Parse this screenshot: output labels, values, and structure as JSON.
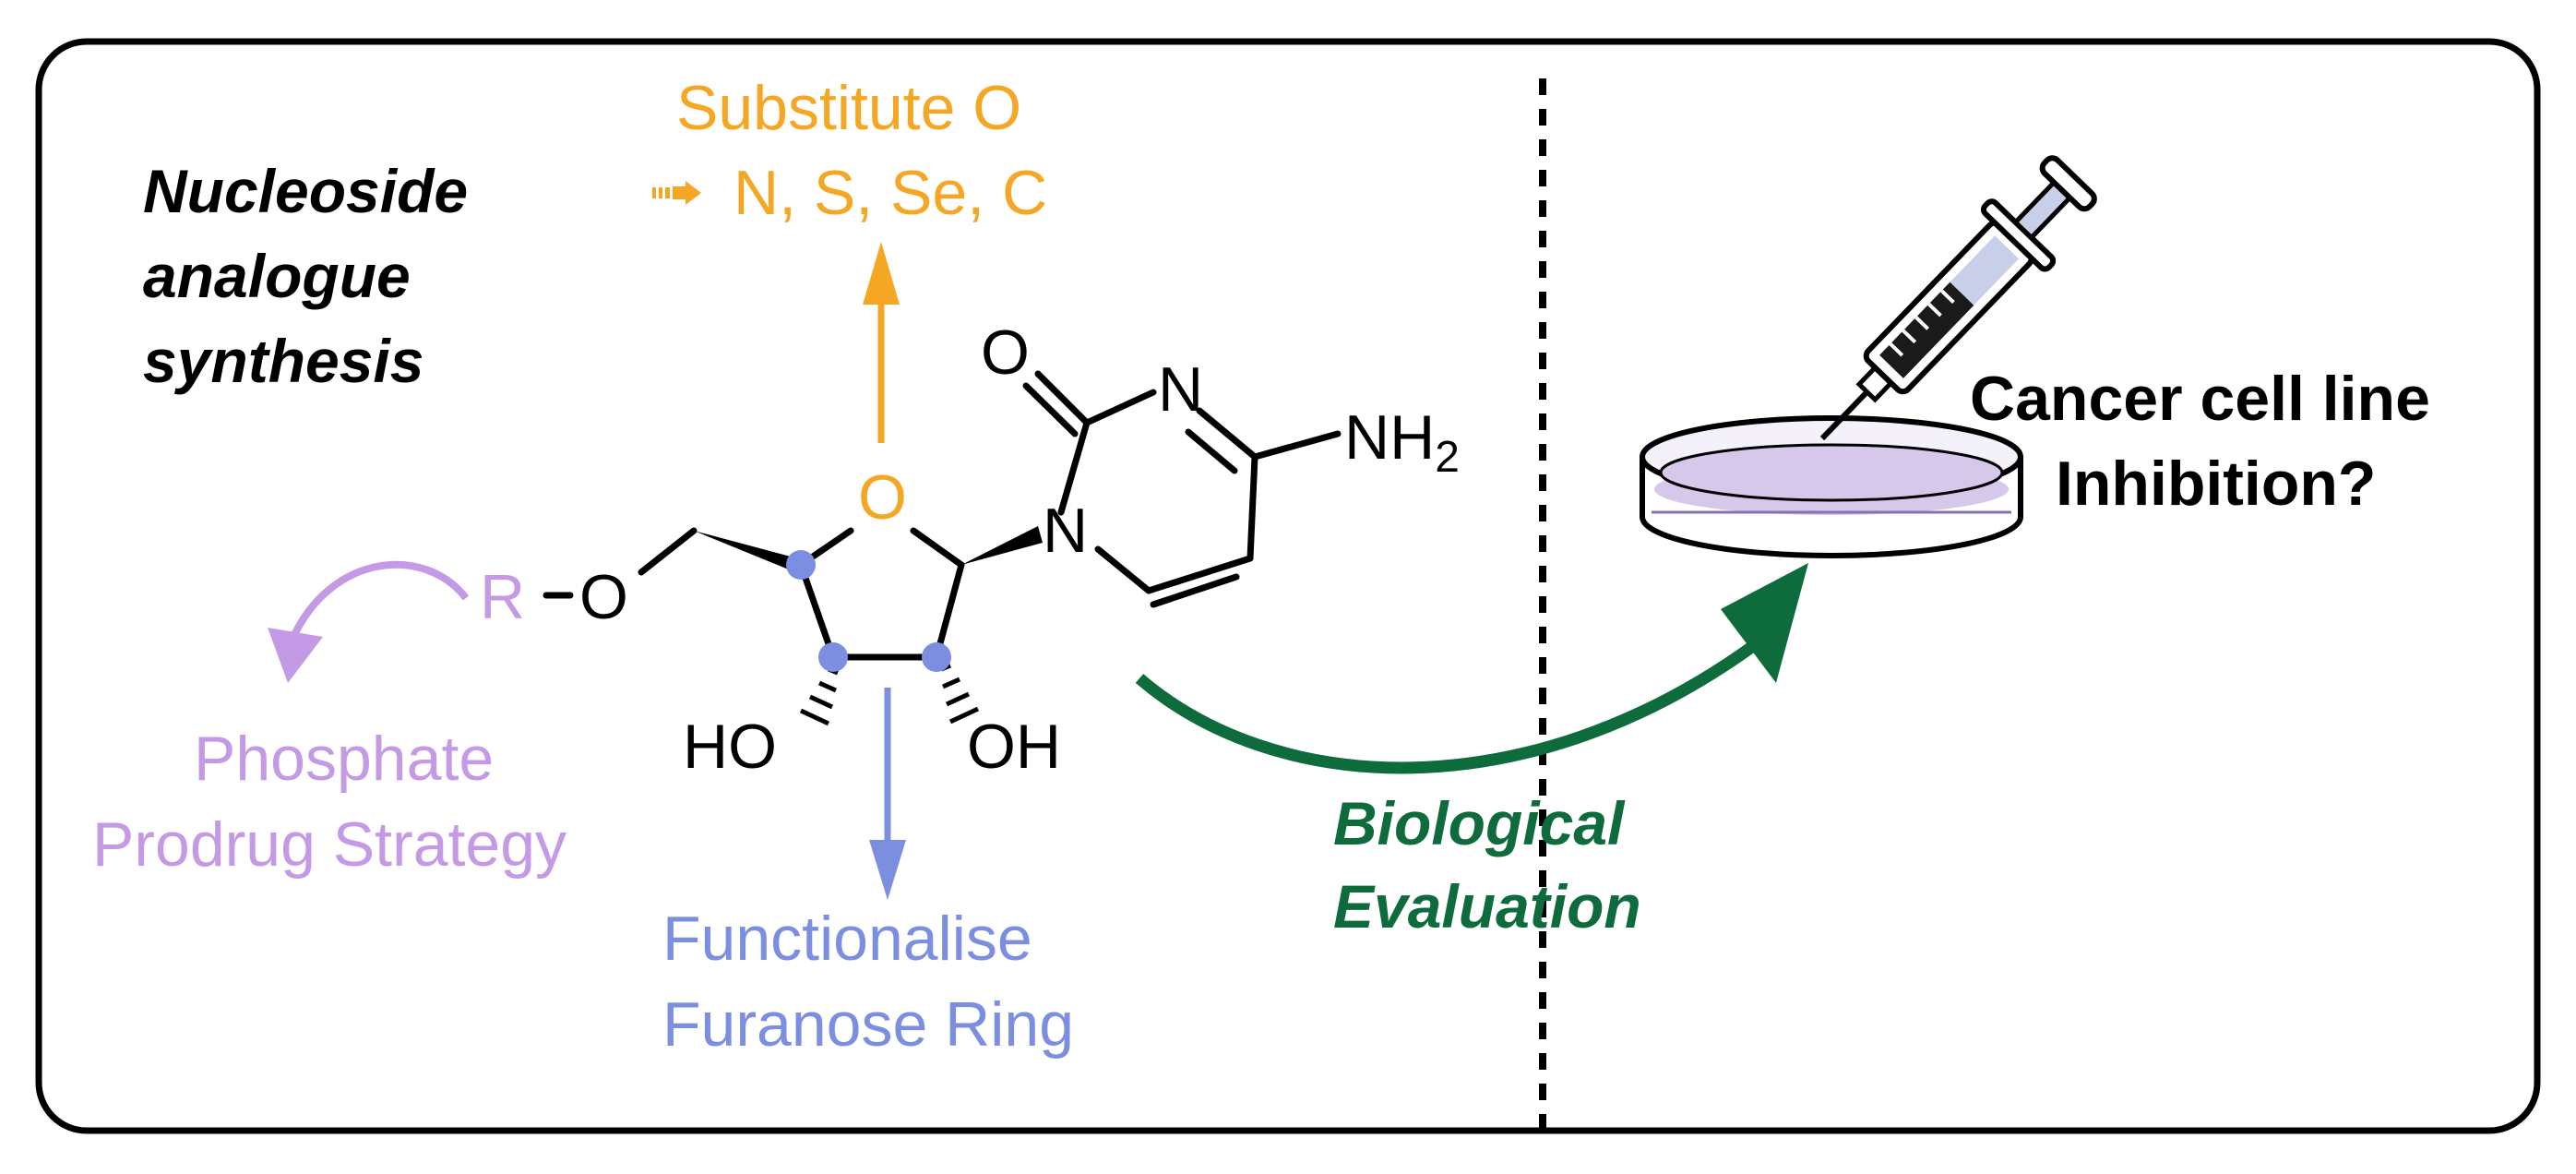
{
  "title": {
    "line1": "Nucleoside",
    "line2": "analogue",
    "line3": "synthesis"
  },
  "substitute": {
    "line1": "Substitute O",
    "line2": "N, S, Se, C",
    "arrow_glyph": "➔"
  },
  "phosphate": {
    "line1": "Phosphate",
    "line2": "Prodrug Strategy"
  },
  "functionalise": {
    "line1": "Functionalise",
    "line2": "Furanose Ring"
  },
  "biological": {
    "line1": "Biological",
    "line2": "Evaluation"
  },
  "cancer": {
    "line1": "Cancer cell line",
    "line2": "Inhibition?"
  },
  "molecule": {
    "atom_R": "R",
    "atom_O_ester": "O",
    "atom_O_ring": "O",
    "atom_O_carbonyl": "O",
    "atom_N_ring_top": "N",
    "atom_N_glycosidic": "N",
    "atom_NH": "NH",
    "atom_NH_sub": "2",
    "hydroxyl_left": "HO",
    "hydroxyl_right": "OH"
  },
  "colors": {
    "orange": "#F5A623",
    "purple": "#C49AE6",
    "blue": "#7B8EE0",
    "green": "#0E6B3C",
    "black": "#000000"
  }
}
